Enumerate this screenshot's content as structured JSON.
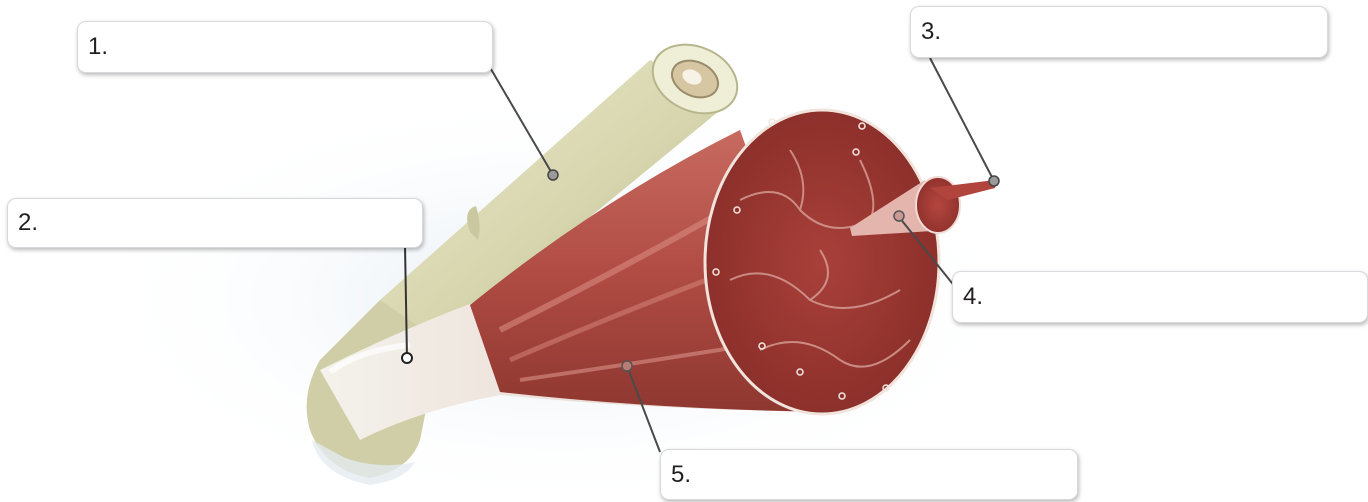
{
  "labels": [
    {
      "id": "1",
      "number": "1.",
      "answer": ""
    },
    {
      "id": "2",
      "number": "2.",
      "answer": ""
    },
    {
      "id": "3",
      "number": "3.",
      "answer": ""
    },
    {
      "id": "4",
      "number": "4.",
      "answer": ""
    },
    {
      "id": "5",
      "number": "5.",
      "answer": ""
    }
  ],
  "colors": {
    "bone": "#d9d8b4",
    "bone_shade": "#a9a880",
    "muscle": "#b8524a",
    "muscle_dark": "#7d2a26",
    "tendon": "#eae6da",
    "leader_line": "#4a4a4a",
    "pin": "#8a8a8a"
  }
}
